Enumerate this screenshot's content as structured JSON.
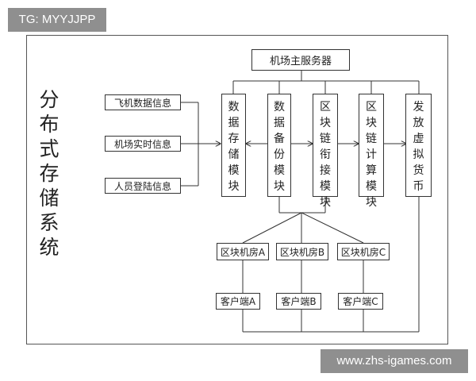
{
  "tag": "TG: MYYJJPP",
  "watermark": "www.zhs-igames.com",
  "side_title": "分布式存储系统",
  "main_server": "机场主服务器",
  "inputs": [
    "飞机数据信息",
    "机场实时信息",
    "人员登陆信息"
  ],
  "modules": [
    "数据存储模块",
    "数据备份模块",
    "区块链衔接模块",
    "区块链计算模块",
    "发放虚拟货币"
  ],
  "rooms": [
    "区块机房A",
    "区块机房B",
    "区块机房C"
  ],
  "clients": [
    "客户端A",
    "客户端B",
    "客户端C"
  ],
  "colors": {
    "line": "#333333",
    "label_bg": "#8f8f8f"
  }
}
